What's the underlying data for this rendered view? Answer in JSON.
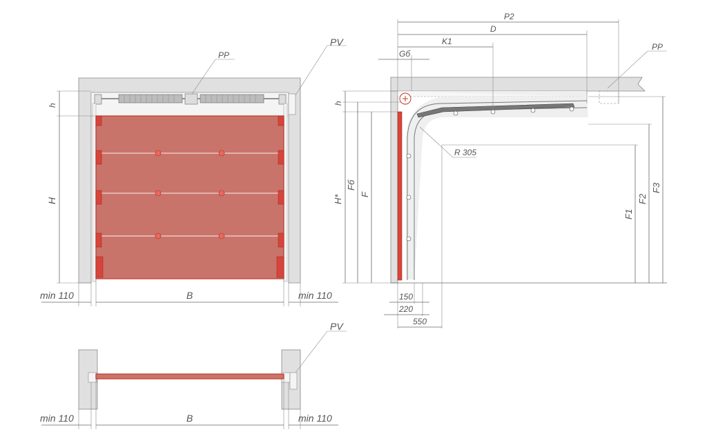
{
  "front_view": {
    "label_pp": "PP",
    "label_pv": "PV",
    "label_h_small": "h",
    "label_H": "H",
    "label_B": "B",
    "label_min_left": "min 110",
    "label_min_right": "min 110"
  },
  "side_view": {
    "label_p2": "P2",
    "label_d": "D",
    "label_k1": "K1",
    "label_gb": "Gб",
    "label_pp": "PP",
    "label_h_small": "h",
    "label_h_star": "H*",
    "label_fb": "Fб",
    "label_f": "F",
    "label_r": "R 305",
    "label_f1": "F1",
    "label_f2": "F2",
    "label_f3": "F3",
    "label_150": "150",
    "label_220": "220",
    "label_550": "550"
  },
  "plan_view": {
    "label_pv": "PV",
    "label_B": "B",
    "label_min_left": "min 110",
    "label_min_right": "min 110"
  },
  "colors": {
    "panel": "#c9746b",
    "panel_edge": "#c0392b",
    "wall": "#e0e0e0"
  }
}
